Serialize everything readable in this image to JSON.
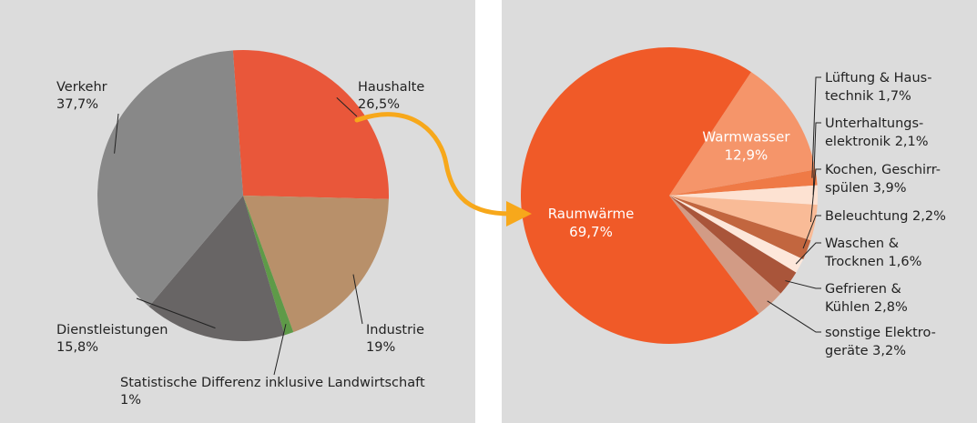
{
  "chart_data": [
    {
      "type": "pie",
      "slices": [
        {
          "name": "Haushalte",
          "value": 26.5,
          "value_label": "26,5%",
          "color": "#e9573a"
        },
        {
          "name": "Industrie",
          "value": 19,
          "value_label": "19%",
          "color": "#b8906a"
        },
        {
          "name": "Statistische Differenz inklusive Landwirtschaft",
          "value": 1,
          "value_label": "1%",
          "color": "#5e9a48"
        },
        {
          "name": "Dienstleistungen",
          "value": 15.8,
          "value_label": "15,8%",
          "color": "#686565"
        },
        {
          "name": "Verkehr",
          "value": 37.7,
          "value_label": "37,7%",
          "color": "#888888"
        }
      ]
    },
    {
      "type": "pie",
      "slices": [
        {
          "name": "Warmwasser",
          "value": 12.9,
          "value_label": "12,9%",
          "color": "#f5956a"
        },
        {
          "name_lines": [
            "Lüftung & Haus-",
            "technik 1,7%"
          ],
          "value": 1.7,
          "color": "#ef7a46"
        },
        {
          "name_lines": [
            "Unterhaltungs-",
            "elektronik 2,1%"
          ],
          "value": 2.1,
          "color": "#fde2d2"
        },
        {
          "name_lines": [
            "Kochen, Geschirr-",
            "spülen 3,9%"
          ],
          "value": 3.9,
          "color": "#f9bb97"
        },
        {
          "name_lines": [
            "Beleuchtung 2,2%"
          ],
          "value": 2.2,
          "color": "#c2663f"
        },
        {
          "name_lines": [
            "Waschen &",
            "Trocknen 1,6%"
          ],
          "value": 1.6,
          "color": "#fde7da"
        },
        {
          "name_lines": [
            "Gefrieren &",
            "Kühlen 2,8%"
          ],
          "value": 2.8,
          "color": "#a9553a"
        },
        {
          "name_lines": [
            "sonstige Elektro-",
            "geräte 3,2%"
          ],
          "value": 3.2,
          "color": "#d29b85"
        },
        {
          "name": "Raumwärme",
          "value": 69.7,
          "value_label": "69,7%",
          "color": "#f05a28"
        }
      ]
    }
  ],
  "colors": {
    "arrow": "#f7a81b",
    "panel_bg": "#dcdcdc",
    "leader": "#222222"
  }
}
